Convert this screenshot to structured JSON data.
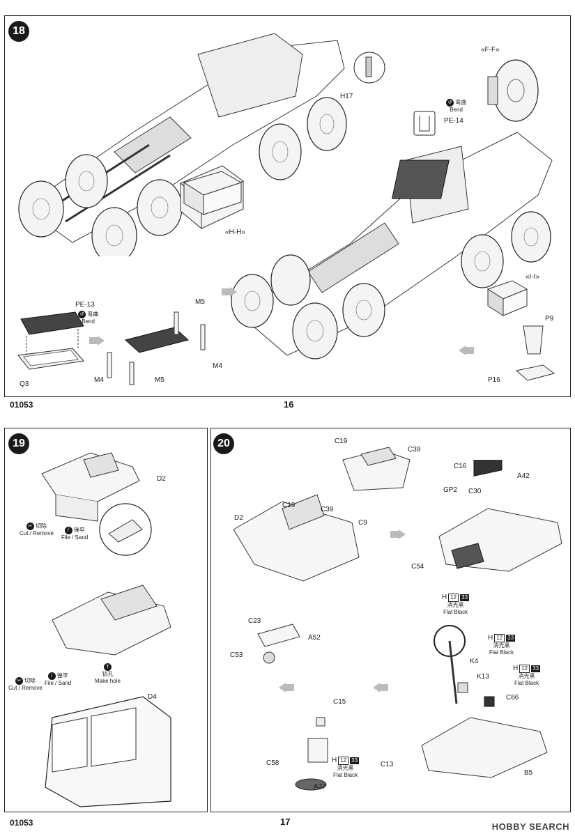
{
  "page16": {
    "step": "18",
    "code": "01053",
    "page_number": "16",
    "labels": {
      "h17": "H17",
      "ff": "«F-F»",
      "hh": "«H-H»",
      "ii": "«I-I»",
      "pe14": "PE-14",
      "pe13": "PE-13",
      "q3": "Q3",
      "m5a": "M5",
      "m5b": "M5",
      "m4a": "M4",
      "m4b": "M4",
      "p9": "P9",
      "p16": "P16"
    },
    "bend_a": {
      "cn": "弯曲",
      "en": "Bend"
    },
    "bend_b": {
      "cn": "弯曲",
      "en": "Bend"
    }
  },
  "page17": {
    "code": "01053",
    "page_number": "17",
    "step19": {
      "step": "19",
      "labels": {
        "d2": "D2",
        "d4": "D4"
      },
      "cut_a": {
        "cn": "切除",
        "en": "Cut / Remove"
      },
      "file_a": {
        "cn": "锉平",
        "en": "File / Sand"
      },
      "drill": {
        "cn": "钻孔",
        "en": "Make hole"
      },
      "file_b": {
        "cn": "锉平",
        "en": "File / Sand"
      },
      "cut_b": {
        "cn": "切除",
        "en": "Cut / Remove"
      }
    },
    "step20": {
      "step": "20",
      "labels": {
        "c19a": "C19",
        "c39a": "C39",
        "c16": "C16",
        "a42": "A42",
        "gp2": "GP2",
        "c30": "C30",
        "d2": "D2",
        "c19b": "C19",
        "c39b": "C39",
        "c9": "C9",
        "c54": "C54",
        "c23": "C23",
        "a52": "A52",
        "c53": "C53",
        "k4": "K4",
        "k13": "K13",
        "c66": "C66",
        "c15": "C15",
        "c58": "C58",
        "a37": "A37",
        "c13": "C13",
        "b5": "B5"
      },
      "paint_main": {
        "h": "H",
        "num": "12",
        "blk": "33",
        "cn": "消光黑",
        "en": "Flat Black"
      }
    }
  },
  "watermark": "HOBBY SEARCH"
}
